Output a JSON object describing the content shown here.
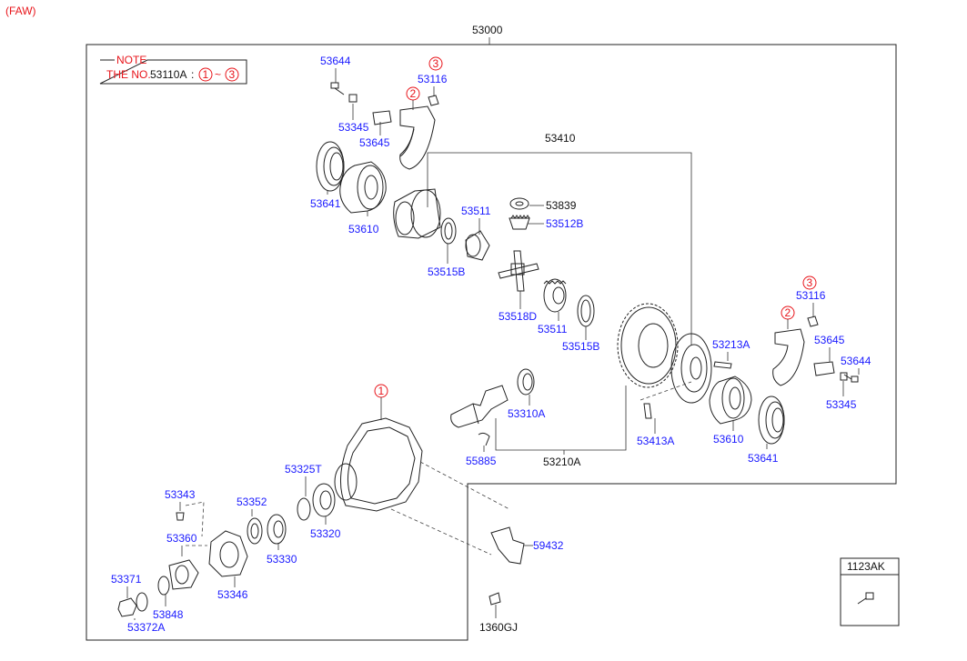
{
  "header": {
    "tag": "(FAW)"
  },
  "assembly": {
    "number": "53000"
  },
  "note": {
    "title": "NOTE",
    "prefix": "THE NO.",
    "part": "53110A",
    "colon": ":",
    "range_start": "1",
    "tilde": "~",
    "range_end": "3"
  },
  "callouts": {
    "one": "1",
    "two": "2",
    "three": "3"
  },
  "labels": {
    "p53644": "53644",
    "p53345": "53345",
    "p53645": "53645",
    "p53116": "53116",
    "p53641": "53641",
    "p53610": "53610",
    "p53410": "53410",
    "p53839": "53839",
    "p53511": "53511",
    "p53512B": "53512B",
    "p53515B": "53515B",
    "p53518D": "53518D",
    "p53213A": "53213A",
    "p53310A": "53310A",
    "p53413A": "53413A",
    "p55885": "55885",
    "p53210A": "53210A",
    "p53343": "53343",
    "p53352": "53352",
    "p53325T": "53325T",
    "p53360": "53360",
    "p53330": "53330",
    "p53320": "53320",
    "p59432": "59432",
    "p53371": "53371",
    "p53848": "53848",
    "p53346": "53346",
    "p53372A": "53372A",
    "p1360GJ": "1360GJ",
    "p1123AK": "1123AK"
  }
}
